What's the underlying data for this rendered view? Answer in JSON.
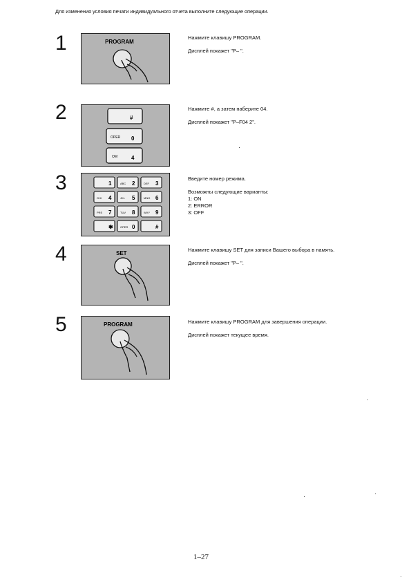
{
  "intro": "Для изменения условия печати индивидуального отчета выполните следующие операции.",
  "steps": [
    {
      "number": "1",
      "panel_label": "PROGRAM",
      "line1": "Нажмите клавишу PROGRAM.",
      "line2": "Дисплей покажет \"P– \"."
    },
    {
      "number": "2",
      "keys": [
        "#",
        "OPER",
        "0",
        "OM",
        "4"
      ],
      "line1": "Нажмите #, а затем наберите 04.",
      "line2": "Дисплей покажет \"P–F04  2\"."
    },
    {
      "number": "3",
      "keypad": [
        {
          "sub": "",
          "main": "1"
        },
        {
          "sub": "ABC",
          "main": "2"
        },
        {
          "sub": "DEF",
          "main": "3"
        },
        {
          "sub": "GHI",
          "main": "4"
        },
        {
          "sub": "JKL",
          "main": "5"
        },
        {
          "sub": "MNO",
          "main": "6"
        },
        {
          "sub": "PRS",
          "main": "7"
        },
        {
          "sub": "TUV",
          "main": "8"
        },
        {
          "sub": "WXY",
          "main": "9"
        },
        {
          "sub": "",
          "main": "✱"
        },
        {
          "sub": "OPER",
          "main": "0"
        },
        {
          "sub": "",
          "main": "#"
        }
      ],
      "line1": "Введите номер режима.",
      "line2": "Возможны следующие варианты:",
      "options": [
        "1:  ON",
        "2:  ERROR",
        "3:  OFF"
      ]
    },
    {
      "number": "4",
      "panel_label": "SET",
      "line1": "Нажмите клавишу SET для записи Вашего выбора в память.",
      "line2": "Дисплей покажет \"P– \"."
    },
    {
      "number": "5",
      "panel_label": "PROGRAM",
      "line1": "Нажмите клавишу PROGRAM для завершения операции.",
      "line2": "Дисплей покажет текущее время."
    }
  ],
  "page_number": "1–27"
}
